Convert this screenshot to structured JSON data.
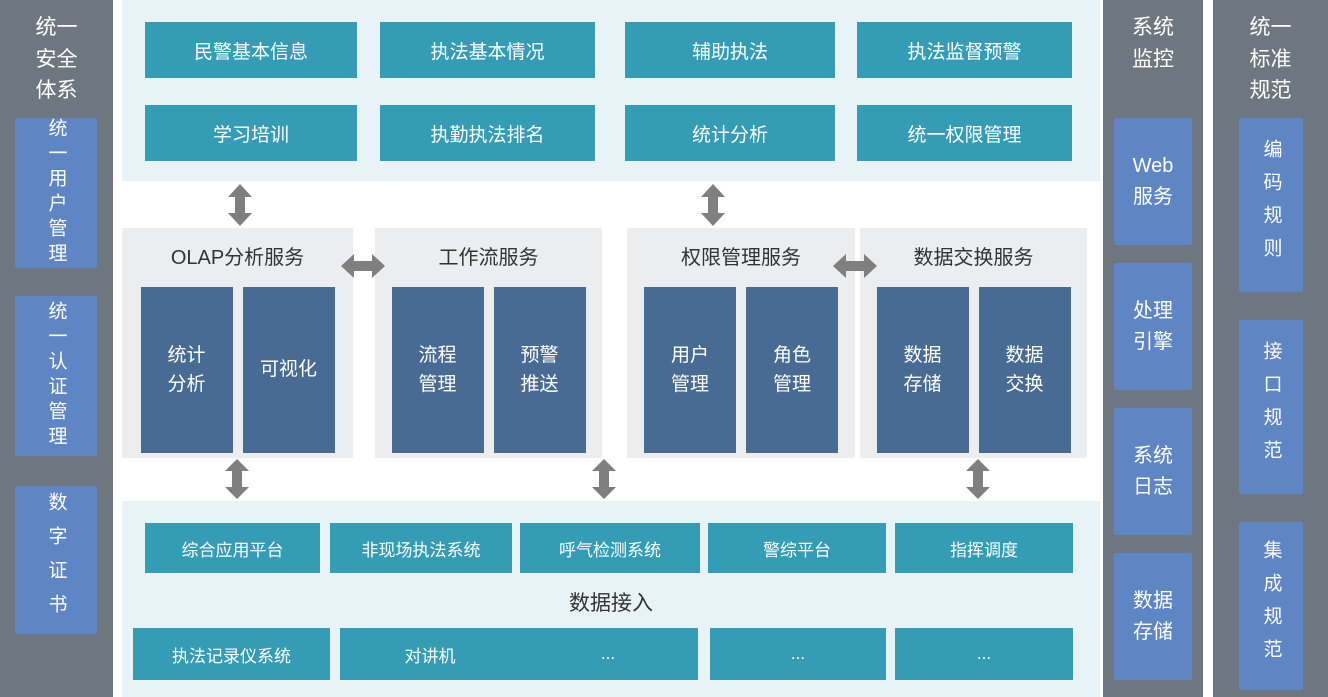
{
  "left_sidebar": {
    "title": "统一\n安全\n体系",
    "items": [
      "统一用户管理",
      "统一认证管理",
      "数字证书"
    ]
  },
  "top_modules": {
    "row1": [
      "民警基本信息",
      "执法基本情况",
      "辅助执法",
      "执法监督预警"
    ],
    "row2": [
      "学习培训",
      "执勤执法排名",
      "统计分析",
      "统一权限管理"
    ]
  },
  "services": [
    {
      "title": "OLAP分析服务",
      "boxes": [
        "统计\n分析",
        "可视化"
      ]
    },
    {
      "title": "工作流服务",
      "boxes": [
        "流程\n管理",
        "预警\n推送"
      ]
    },
    {
      "title": "权限管理服务",
      "boxes": [
        "用户\n管理",
        "角色\n管理"
      ]
    },
    {
      "title": "数据交换服务",
      "boxes": [
        "数据\n存储",
        "数据\n交换"
      ]
    }
  ],
  "bottom": {
    "row1": [
      "综合应用平台",
      "非现场执法系统",
      "呼气检测系统",
      "警综平台",
      "指挥调度"
    ],
    "label": "数据接入",
    "row2": [
      "执法记录仪系统",
      "对讲机",
      "...",
      "...",
      "..."
    ]
  },
  "monitor_sidebar": {
    "title": "系统\n监控",
    "items": [
      "Web\n服务",
      "处理\n引擎",
      "系统\n日志",
      "数据\n存储"
    ]
  },
  "standards_sidebar": {
    "title": "统一\n标准\n规范",
    "items": [
      "编码规则",
      "接口规范",
      "集成规范"
    ]
  },
  "colors": {
    "gray": "#6e7780",
    "blue": "#5e85c4",
    "teal": "#359cb5",
    "darkblue": "#486b93",
    "lightcyan": "#e7f3f6",
    "groupbg": "#ebedee",
    "arrow": "#7f7f7f"
  }
}
